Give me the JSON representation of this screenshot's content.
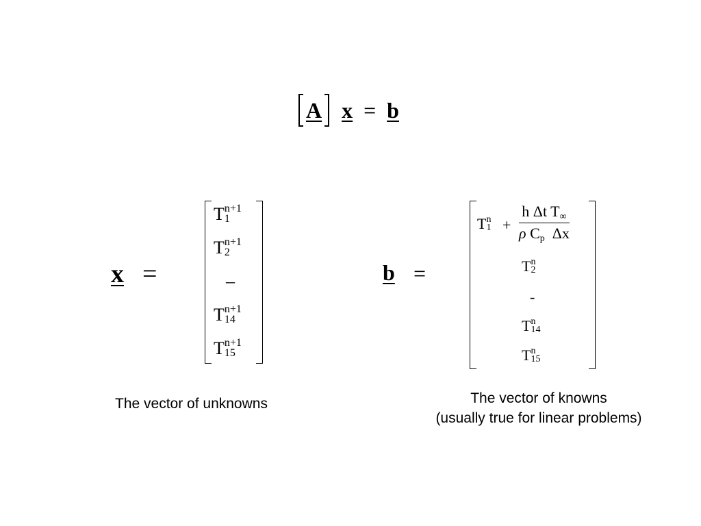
{
  "main_equation": {
    "A": "A",
    "x": "x",
    "equals": "=",
    "b": "b"
  },
  "x_vector": {
    "label": "x",
    "equals": "=",
    "entries": [
      {
        "base": "T",
        "sup": "n+1",
        "sub": "1"
      },
      {
        "base": "T",
        "sup": "n+1",
        "sub": "2"
      },
      {
        "base": "–",
        "sup": "",
        "sub": ""
      },
      {
        "base": "T",
        "sup": "n+1",
        "sub": "14"
      },
      {
        "base": "T",
        "sup": "n+1",
        "sub": "15"
      }
    ],
    "caption": "The vector of unknowns"
  },
  "b_vector": {
    "label": "b",
    "equals": "=",
    "first_entry": {
      "base": "T",
      "sup": "n",
      "sub": "1",
      "plus": "+",
      "numerator": "h Δt T",
      "numerator_sub": "∞",
      "denominator_rho": "ρ",
      "denominator_c": "C",
      "denominator_c_sub": "p",
      "denominator_dx": "Δx"
    },
    "entries": [
      {
        "base": "T",
        "sup": "n",
        "sub": "2"
      },
      {
        "base": "-",
        "sup": "",
        "sub": ""
      },
      {
        "base": "T",
        "sup": "n",
        "sub": "14"
      },
      {
        "base": "T",
        "sup": "n",
        "sub": "15"
      }
    ],
    "caption_line1": "The vector of knowns",
    "caption_line2": "(usually true for linear problems)"
  }
}
